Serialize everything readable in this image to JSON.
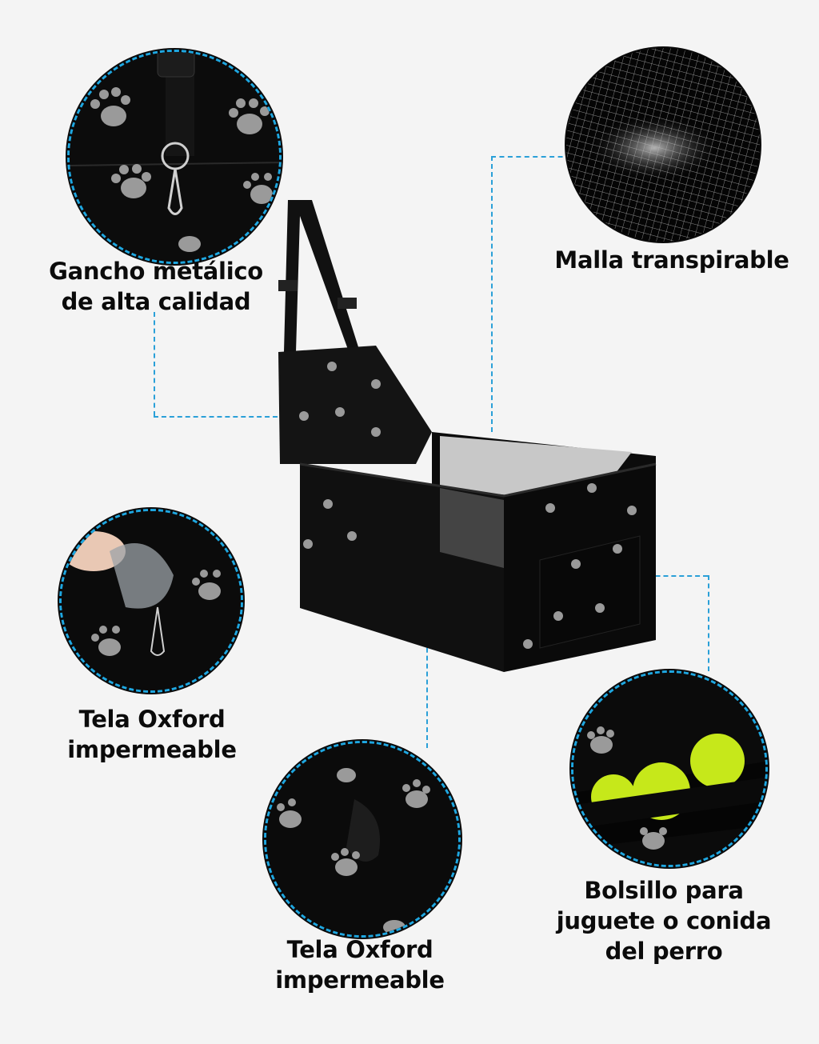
{
  "features": [
    {
      "id": "hook",
      "label_lines": [
        "Gancho metálico",
        "de alta calidad"
      ],
      "image": "metal-hook-closeup"
    },
    {
      "id": "mesh",
      "label_lines": [
        "Malla transpirable"
      ],
      "image": "breathable-mesh-closeup"
    },
    {
      "id": "oxford-left",
      "label_lines": [
        "Tela Oxford",
        "impermeable"
      ],
      "image": "water-pour-closeup"
    },
    {
      "id": "oxford-bottom",
      "label_lines": [
        "Tela Oxford",
        "impermeable"
      ],
      "image": "water-drops-closeup"
    },
    {
      "id": "pocket",
      "label_lines": [
        "Bolsillo para",
        "juguete o conida",
        "del perro"
      ],
      "image": "pocket-tennis-balls-closeup"
    }
  ],
  "colors": {
    "background": "#f4f4f4",
    "product": "#0a0a0a",
    "paw": "#9a9a9a",
    "dash": "#1ea7e1",
    "tennis_ball": "#c6e81a"
  }
}
